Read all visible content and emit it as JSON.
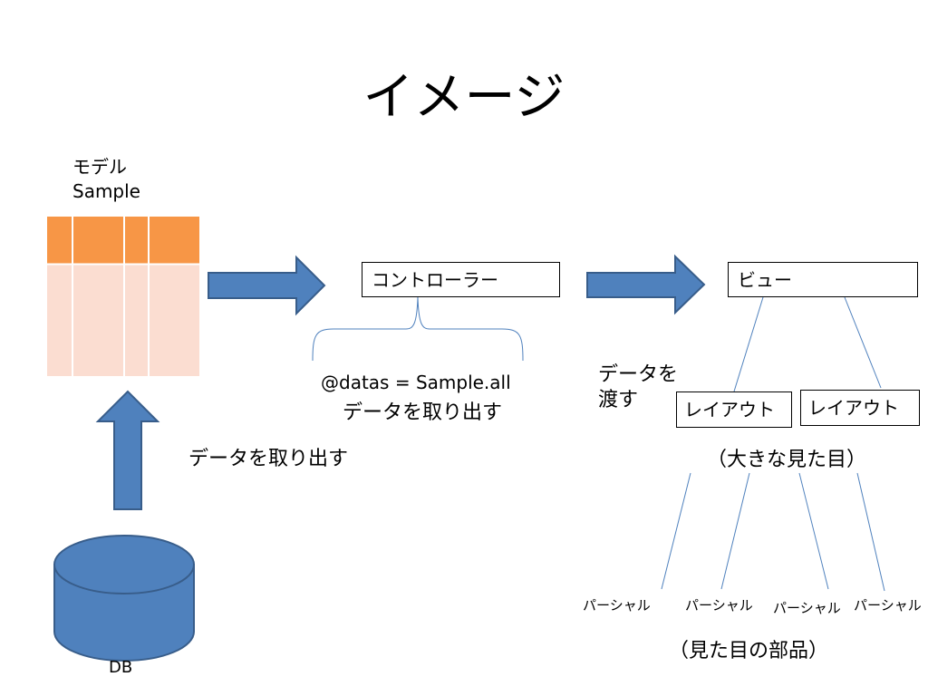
{
  "title": "イメージ",
  "model": {
    "label_line1": "モデル",
    "label_line2": "Sample",
    "header_color": "#F79646",
    "body_color": "#FBDDD1"
  },
  "db_label": "DB",
  "db_fetch_label": "データを取り出す",
  "controller": {
    "label": "コントローラー",
    "code": "@datas = Sample.all",
    "fetch_label": "データを取り出す"
  },
  "pass_data_line1": "データを",
  "pass_data_line2": "渡す",
  "view": {
    "label": "ビュー"
  },
  "layouts": [
    "レイアウト",
    "レイアウト"
  ],
  "layouts_caption": "（大きな見た目）",
  "partials": [
    "パーシャル",
    "パーシャル",
    "パーシャル",
    "パーシャル"
  ],
  "partials_caption": "（見た目の部品）",
  "colors": {
    "arrow_fill": "#4F81BD",
    "arrow_stroke": "#385D8A",
    "line": "#4F81BD"
  }
}
